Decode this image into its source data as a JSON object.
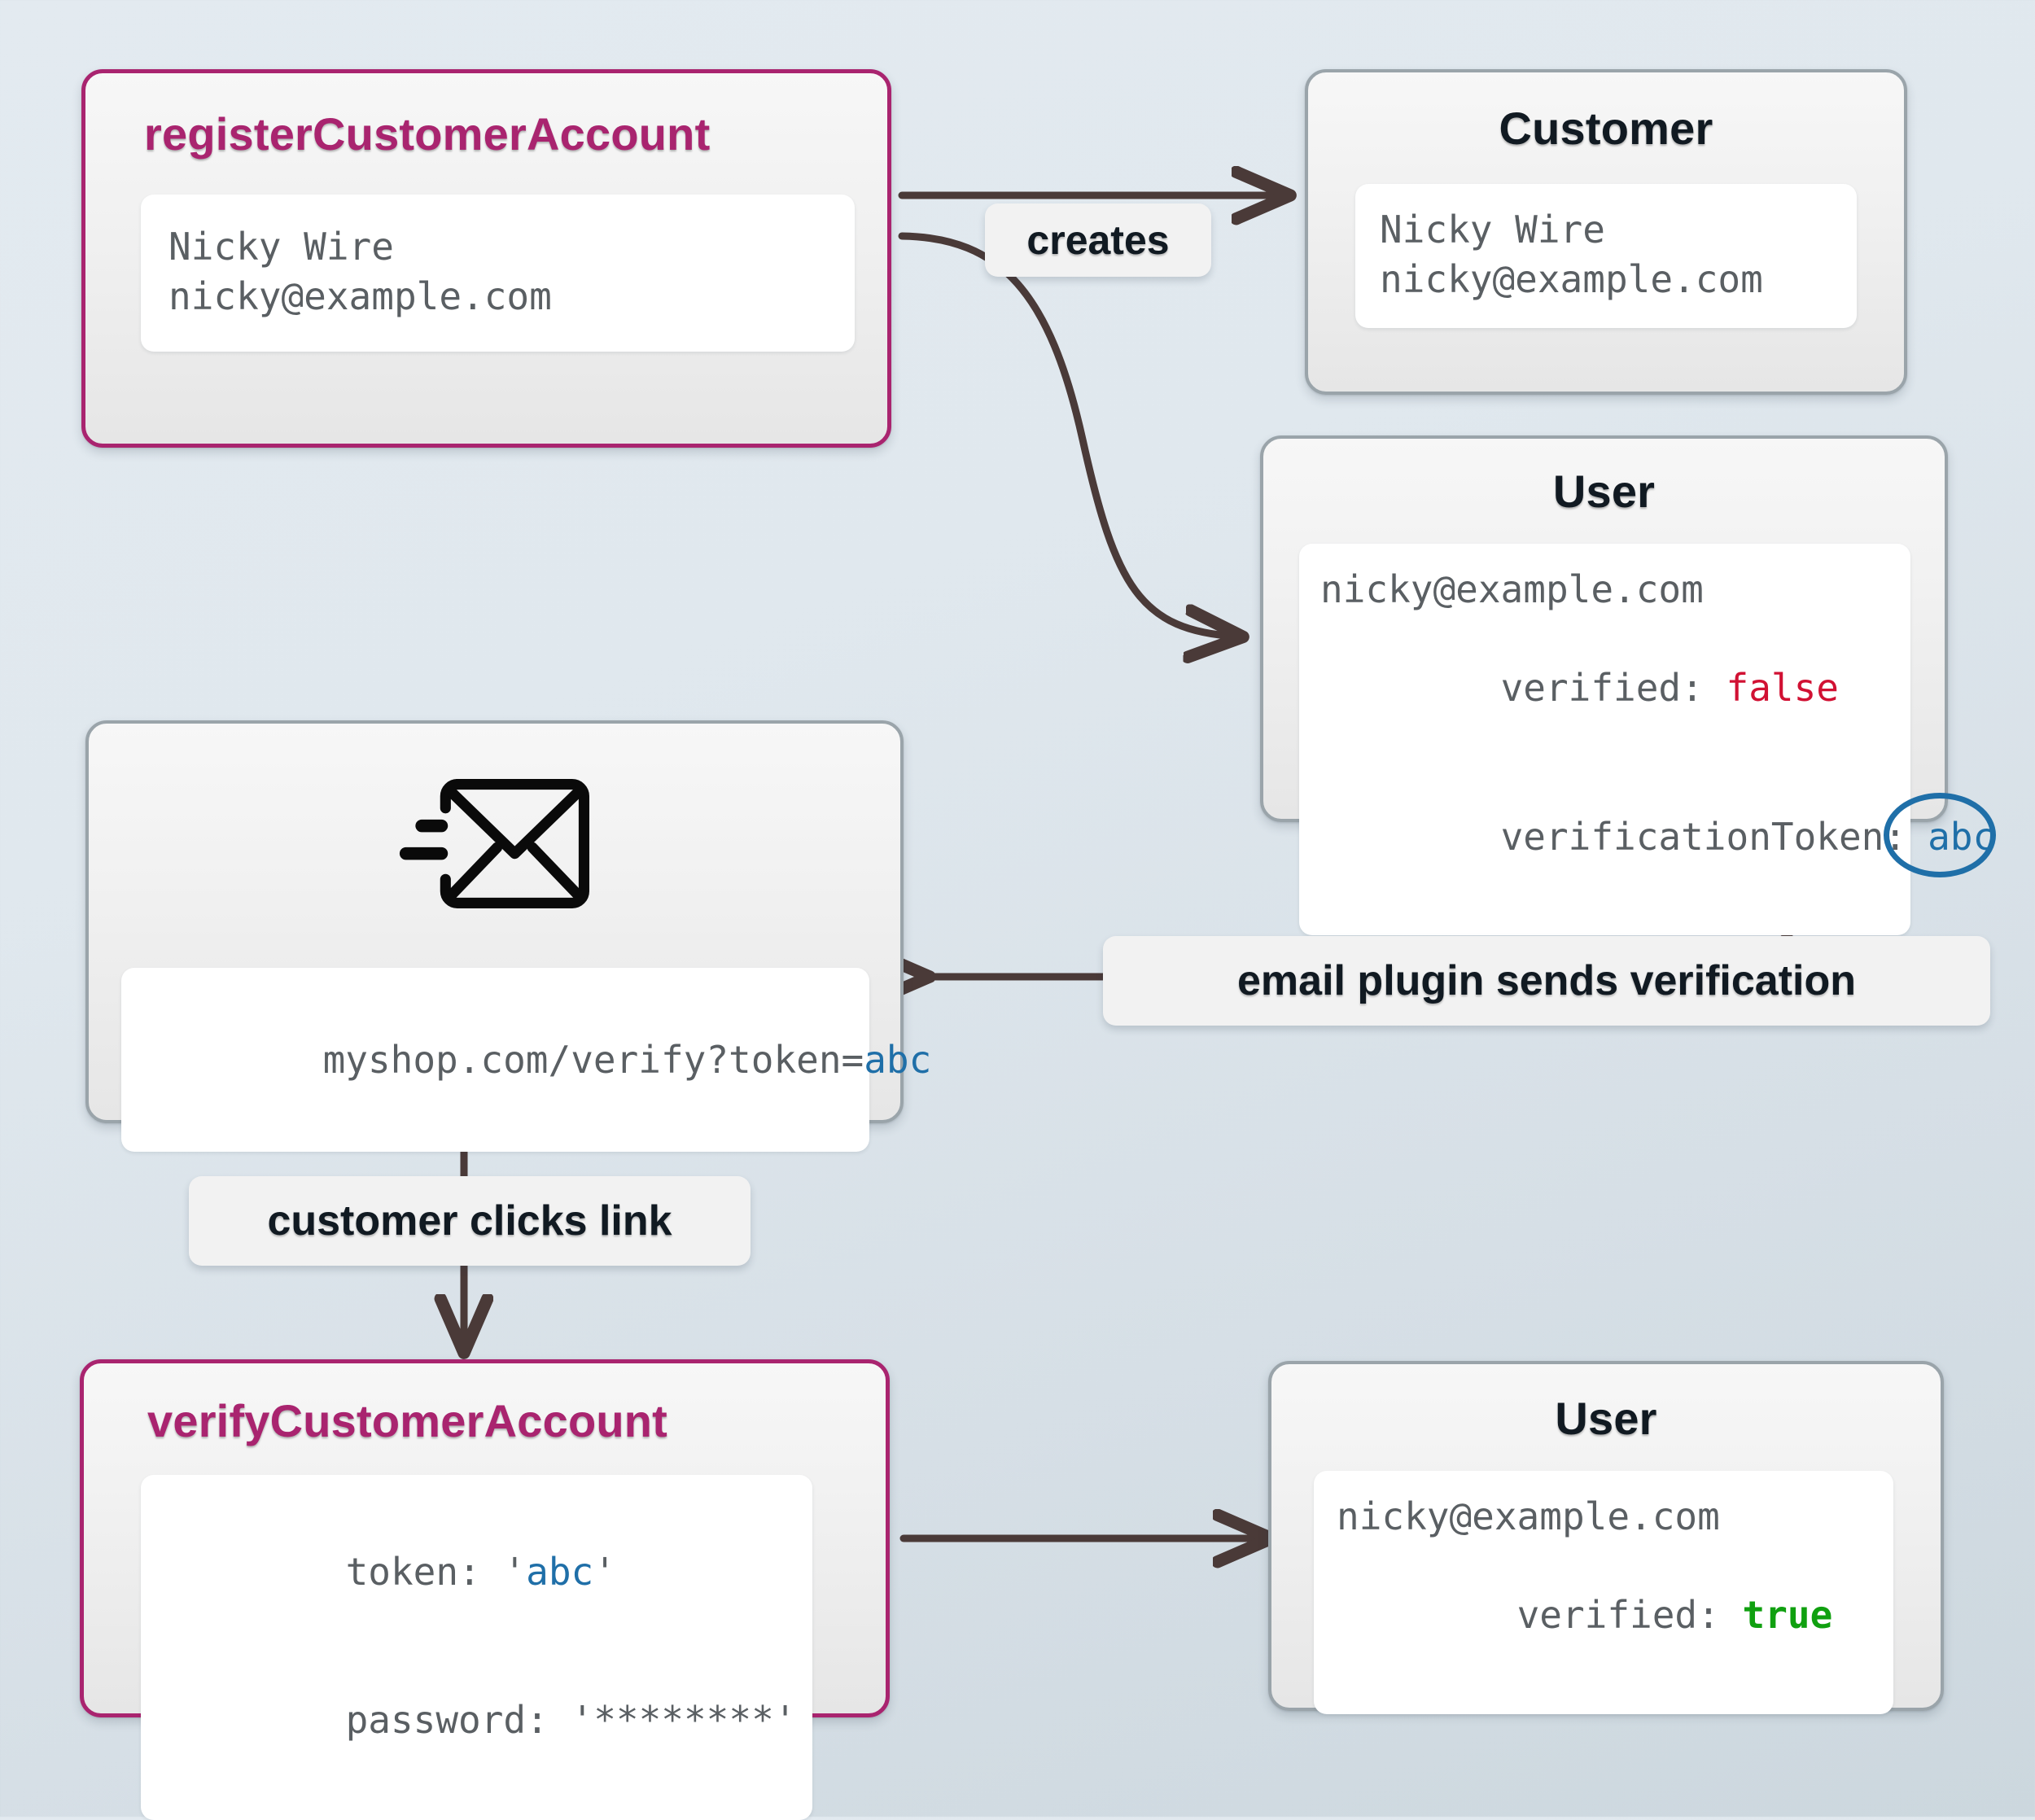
{
  "diagram": {
    "type": "flow-diagram",
    "background_top": "#e3eaf0",
    "background_bottom": "#ccd7de",
    "accent_color": "#a9246f",
    "token_color": "#1f6fa8",
    "false_color": "#d11133",
    "true_color": "#10a010",
    "edge_color": "#4a3a38"
  },
  "nodes": {
    "register": {
      "title": "registerCustomerAccount",
      "lines": [
        "Nicky Wire",
        "nicky@example.com"
      ]
    },
    "customer": {
      "title": "Customer",
      "lines": [
        "Nicky Wire",
        "nicky@example.com"
      ]
    },
    "user_unverified": {
      "title": "User",
      "line_email": "nicky@example.com",
      "line_verified_label": "verified: ",
      "line_verified_value": "false",
      "line_token_label": "verificationToken:",
      "line_token_value": "abc"
    },
    "email": {
      "icon": "envelope-send-icon",
      "url_prefix": "myshop.com/verify?token=",
      "url_token": "abc"
    },
    "verify": {
      "title": "verifyCustomerAccount",
      "token_label": "token: ",
      "token_open_quote": "'",
      "token_value": "abc",
      "token_close_quote": "'",
      "password_label": "password: ",
      "password_value": "'********'"
    },
    "user_verified": {
      "title": "User",
      "line_email": "nicky@example.com",
      "line_verified_label": "verified: ",
      "line_verified_value": "true"
    }
  },
  "edges": {
    "creates": "creates",
    "email_plugin": "email plugin sends verification",
    "clicks_link": "customer clicks link"
  }
}
